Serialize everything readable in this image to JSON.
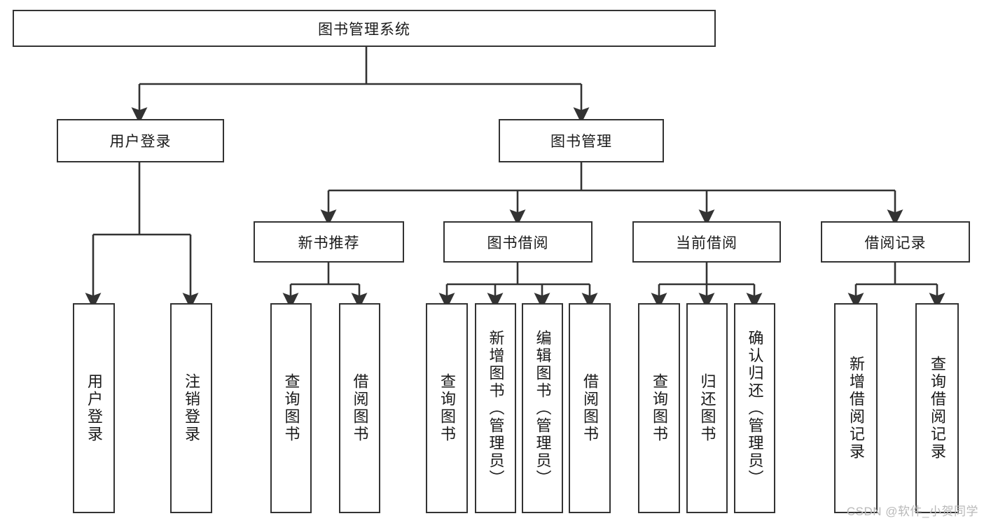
{
  "diagram": {
    "title": "图书管理系统",
    "type": "hierarchy-tree",
    "watermark": "CSDN @软件_小贺同学",
    "colors": {
      "stroke": "#333333",
      "fill": "#ffffff",
      "text": "#1a1a1a",
      "watermark": "#b9b9b9"
    },
    "nodes": {
      "root": "图书管理系统",
      "level2": {
        "user_login": "用户登录",
        "book_manage": "图书管理"
      },
      "level3": {
        "new_book_rec": "新书推荐",
        "book_borrow": "图书借阅",
        "current_borrow": "当前借阅",
        "borrow_record": "借阅记录"
      },
      "leaves": {
        "user_login_1": "用户登录",
        "user_login_2": "注销登录",
        "new_book_rec_1": "查询图书",
        "new_book_rec_2": "借阅图书",
        "book_borrow_1": "查询图书",
        "book_borrow_2": "新增图书（管理员）",
        "book_borrow_3": "编辑图书（管理员）",
        "book_borrow_4": "借阅图书",
        "current_borrow_1": "查询图书",
        "current_borrow_2": "归还图书",
        "current_borrow_3": "确认归还（管理员）",
        "borrow_record_1": "新增借阅记录",
        "borrow_record_2": "查询借阅记录"
      }
    }
  }
}
